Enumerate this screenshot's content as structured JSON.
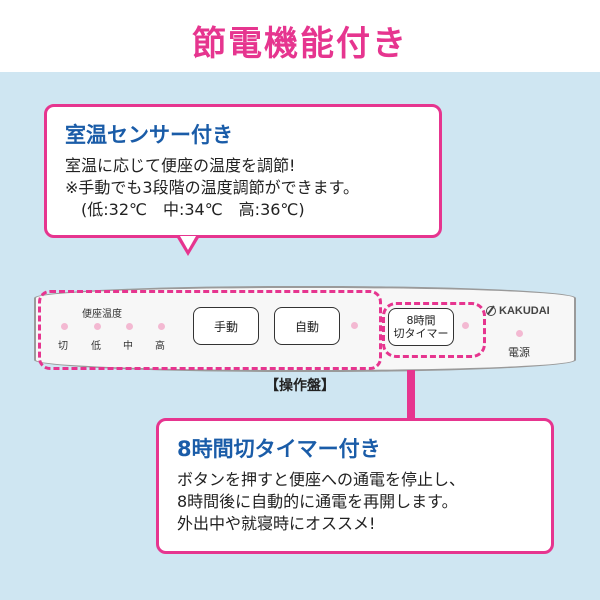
{
  "title": "節電機能付き",
  "sensor_callout": {
    "heading": "室温センサー付き",
    "line1": "室温に応じて便座の温度を調節!",
    "line2": "※手動でも3段階の温度調節ができます。",
    "line3": "(低:32℃　中:34℃　高:36℃)"
  },
  "panel": {
    "seat_temp_label": "便座温度",
    "levels": [
      "切",
      "低",
      "中",
      "高"
    ],
    "manual_button": "手動",
    "auto_button": "自動",
    "timer_button_line1": "8時間",
    "timer_button_line2": "切タイマー",
    "brand": "KAKUDAI",
    "power_label": "電源",
    "caption": "【操作盤】"
  },
  "timer_callout": {
    "heading": "8時間切タイマー付き",
    "line1": "ボタンを押すと便座への通電を停止し、",
    "line2": "8時間後に自動的に通電を再開します。",
    "line3": "外出中や就寝時にオススメ!"
  },
  "colors": {
    "accent_pink": "#e6358f",
    "heading_blue": "#1a5ca8",
    "background_blue": "#cfe6f2",
    "led_pink": "#f3b9d2"
  }
}
